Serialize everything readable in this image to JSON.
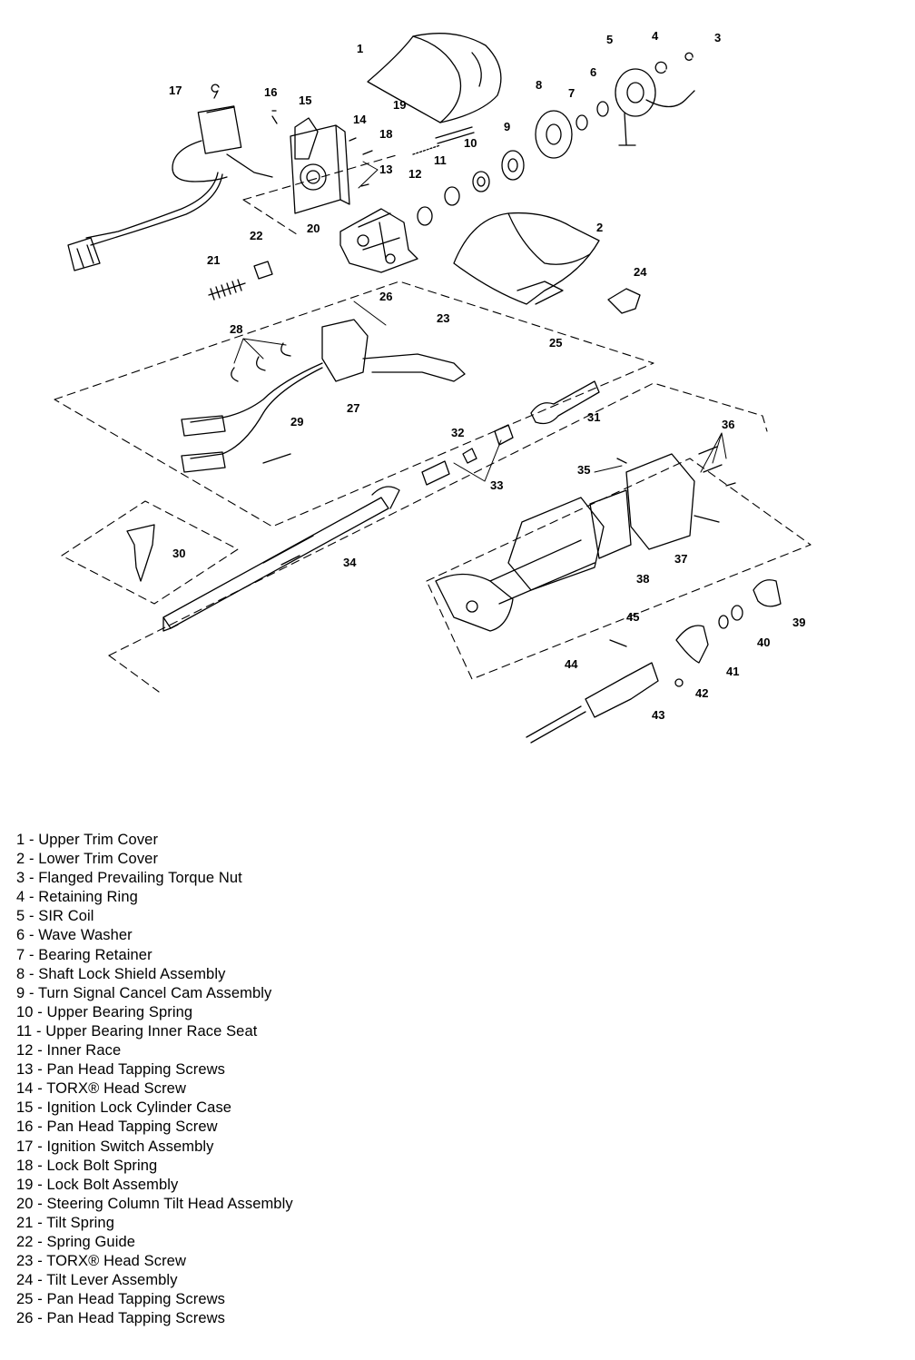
{
  "callouts": [
    "1",
    "2",
    "3",
    "4",
    "5",
    "6",
    "7",
    "8",
    "9",
    "10",
    "11",
    "12",
    "13",
    "14",
    "15",
    "16",
    "17",
    "18",
    "19",
    "20",
    "21",
    "22",
    "23",
    "24",
    "25",
    "26",
    "27",
    "28",
    "29",
    "30",
    "31",
    "32",
    "33",
    "34",
    "35",
    "36",
    "37",
    "38",
    "39",
    "40",
    "41",
    "42",
    "43",
    "44",
    "45"
  ],
  "legend": [
    "1 - Upper Trim Cover",
    "2 - Lower Trim Cover",
    "3 - Flanged Prevailing Torque Nut",
    "4 - Retaining Ring",
    "5 - SIR Coil",
    "6 - Wave Washer",
    "7 - Bearing Retainer",
    "8 - Shaft Lock Shield Assembly",
    "9 - Turn Signal Cancel Cam Assembly",
    "10 - Upper Bearing Spring",
    "11 - Upper Bearing Inner Race Seat",
    "12 - Inner Race",
    "13 - Pan Head Tapping Screws",
    "14 - TORX® Head Screw",
    "15 - Ignition Lock Cylinder Case",
    "16 - Pan Head Tapping Screw",
    "17 - Ignition Switch Assembly",
    "18 - Lock Bolt Spring",
    "19 - Lock Bolt Assembly",
    "20 - Steering Column Tilt Head Assembly",
    "21 - Tilt Spring",
    "22 - Spring Guide",
    "23 - TORX® Head Screw",
    "24 - Tilt Lever Assembly",
    "25 - Pan Head Tapping Screws",
    "26 - Pan Head Tapping Screws"
  ]
}
